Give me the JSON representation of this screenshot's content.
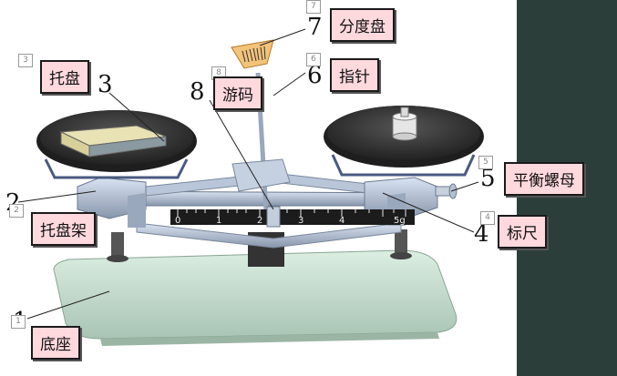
{
  "labels": {
    "base": "底座",
    "tray": "托盘",
    "tray_holder": "托盘架",
    "scale_ruler": "标尺",
    "balance_nut": "平衡螺母",
    "pointer": "指针",
    "dial": "分度盘",
    "rider": "游码"
  },
  "numbers": [
    "1",
    "2",
    "3",
    "4",
    "5",
    "6",
    "7",
    "8"
  ],
  "ruler_ticks": [
    "0",
    "1",
    "2",
    "3",
    "4",
    "5g"
  ],
  "colors": {
    "label_fill": "#ffd9de",
    "panel_background": "#ffffff",
    "side_background": "#2c3e3a",
    "pan": "#3a3a3a",
    "base": "#cfe3d6"
  }
}
